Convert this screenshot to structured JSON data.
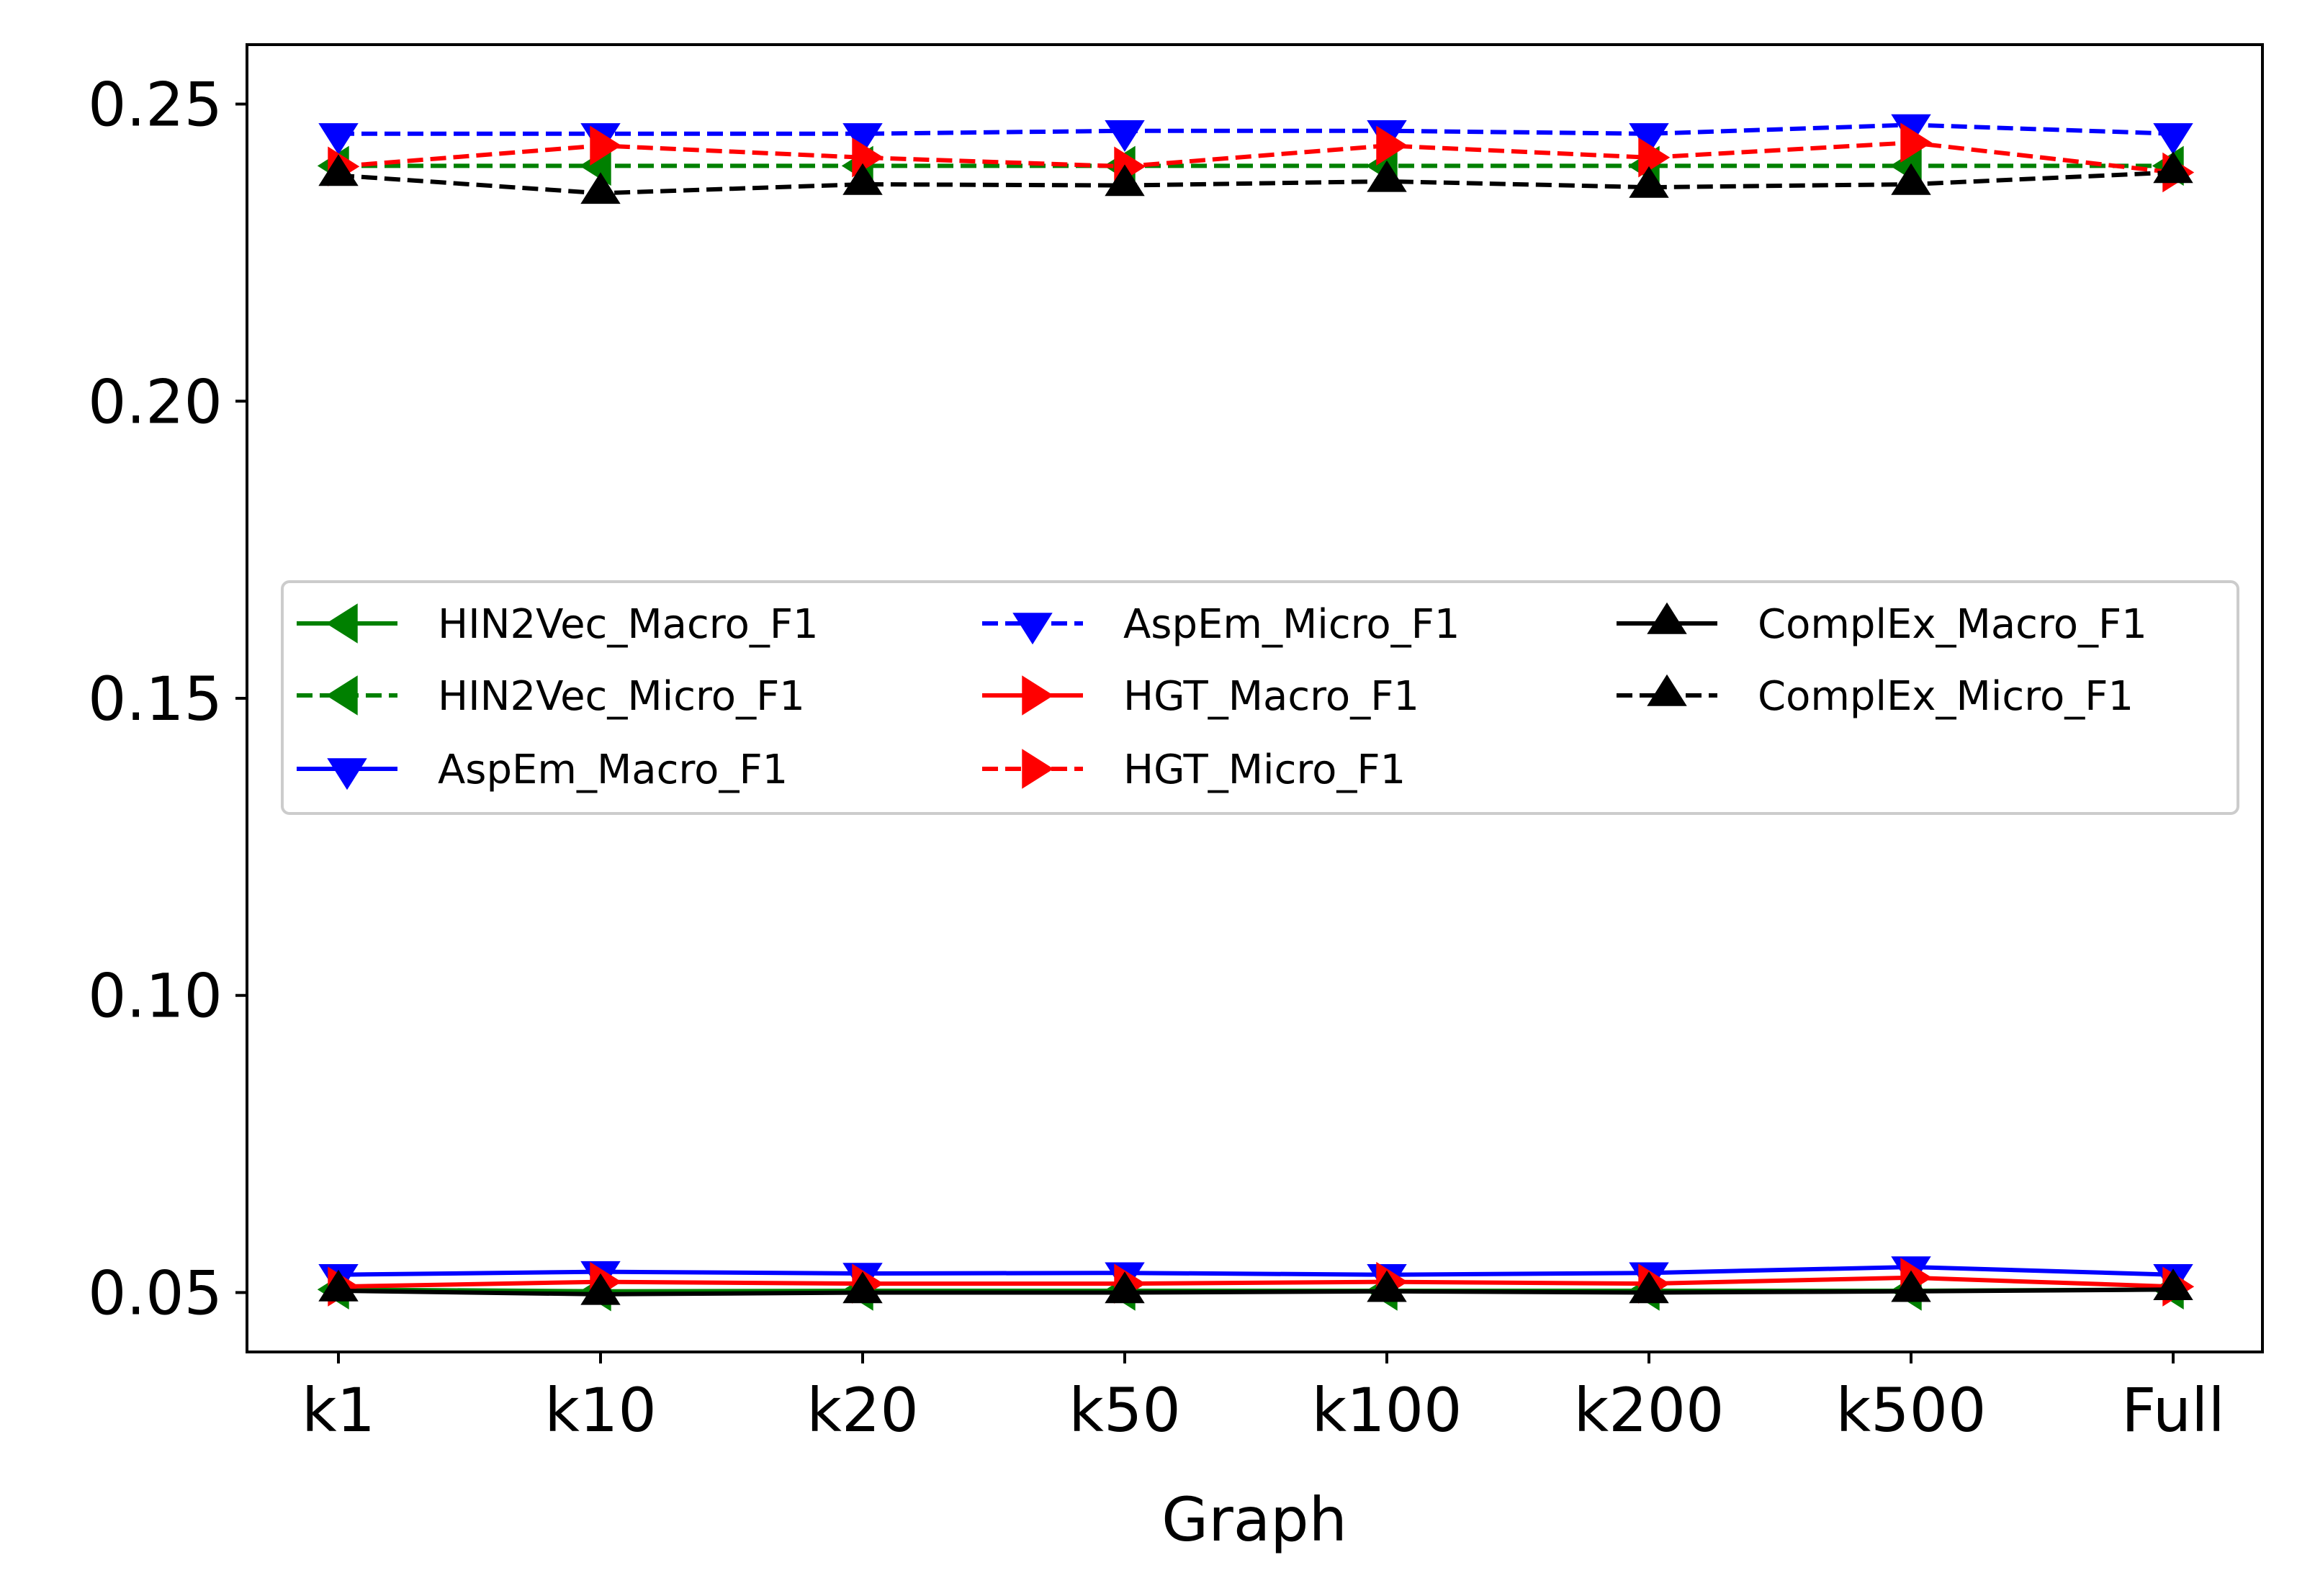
{
  "chart_data": {
    "type": "line",
    "title": "",
    "xlabel": "Graph",
    "ylabel": "",
    "categories": [
      "k1",
      "k10",
      "k20",
      "k50",
      "k100",
      "k200",
      "k500",
      "Full"
    ],
    "ylim": [
      0.04,
      0.26
    ],
    "yticks": [
      "0.05",
      "0.10",
      "0.15",
      "0.20",
      "0.25"
    ],
    "grid": false,
    "legend_placement": "center",
    "legend_columns": 3,
    "series": [
      {
        "name": "HIN2Vec_Macro_F1",
        "color": "#008000",
        "dash": "solid",
        "marker": "tri-left",
        "values": [
          0.0505,
          0.0502,
          0.0503,
          0.0503,
          0.0503,
          0.0503,
          0.0503,
          0.0505
        ]
      },
      {
        "name": "HIN2Vec_Micro_F1",
        "color": "#008000",
        "dash": "dashed",
        "marker": "tri-left",
        "values": [
          0.2396,
          0.2396,
          0.2396,
          0.2396,
          0.2396,
          0.2396,
          0.2396,
          0.2396
        ]
      },
      {
        "name": "AspEm_Macro_F1",
        "color": "#0000ff",
        "dash": "solid",
        "marker": "triangle-down",
        "values": [
          0.053,
          0.0535,
          0.0532,
          0.0533,
          0.053,
          0.0533,
          0.0543,
          0.053
        ]
      },
      {
        "name": "AspEm_Micro_F1",
        "color": "#0000ff",
        "dash": "dashed",
        "marker": "triangle-down",
        "values": [
          0.245,
          0.245,
          0.245,
          0.2455,
          0.2455,
          0.245,
          0.2465,
          0.245
        ]
      },
      {
        "name": "HGT_Macro_F1",
        "color": "#ff0000",
        "dash": "solid",
        "marker": "tri-right",
        "values": [
          0.051,
          0.0518,
          0.0515,
          0.0515,
          0.0518,
          0.0515,
          0.0525,
          0.051
        ]
      },
      {
        "name": "HGT_Micro_F1",
        "color": "#ff0000",
        "dash": "dashed",
        "marker": "tri-right",
        "values": [
          0.2395,
          0.243,
          0.241,
          0.2395,
          0.243,
          0.241,
          0.2435,
          0.2385
        ]
      },
      {
        "name": "ComplEx_Macro_F1",
        "color": "#000000",
        "dash": "solid",
        "marker": "triangle-up",
        "values": [
          0.0503,
          0.0497,
          0.05,
          0.05,
          0.0502,
          0.05,
          0.0502,
          0.0505
        ]
      },
      {
        "name": "ComplEx_Micro_F1",
        "color": "#000000",
        "dash": "dashed",
        "marker": "triangle-up",
        "values": [
          0.238,
          0.235,
          0.2365,
          0.2363,
          0.237,
          0.236,
          0.2365,
          0.2385
        ]
      }
    ]
  }
}
